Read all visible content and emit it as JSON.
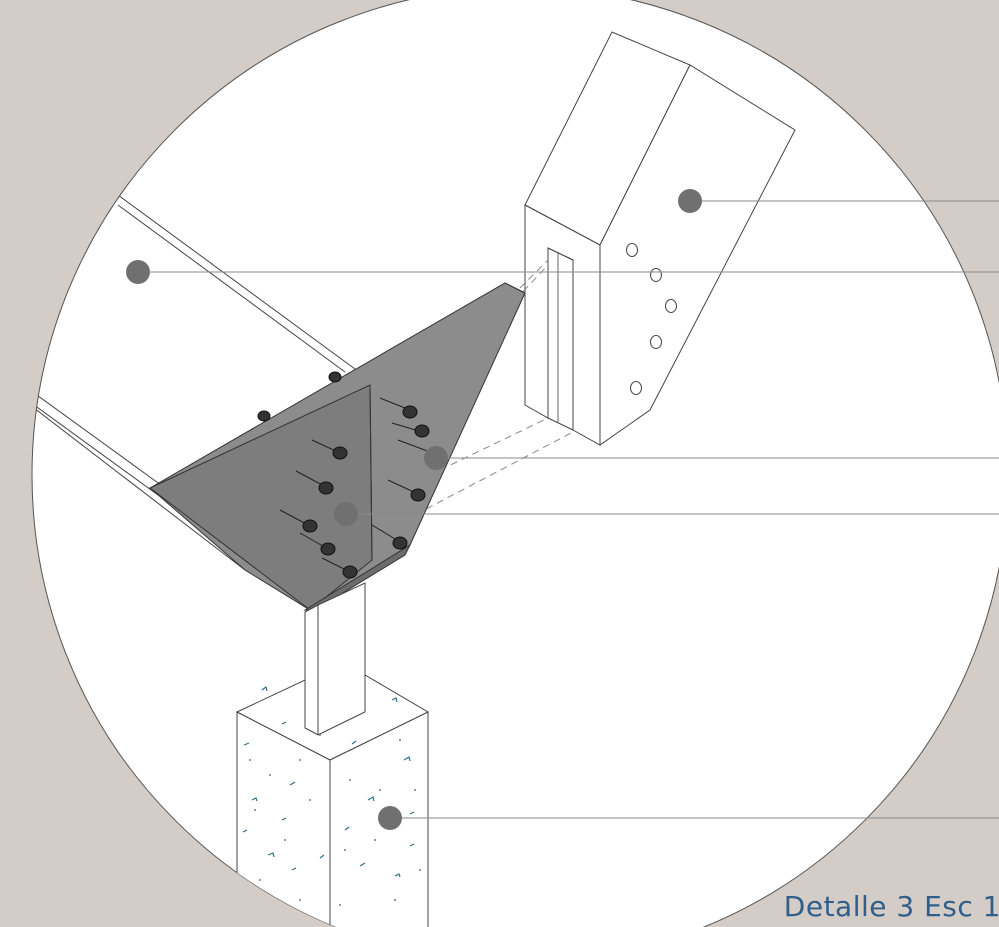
{
  "caption": "Detalle 3 Esc 1",
  "colors": {
    "background": "#d4ccc6",
    "circle_fill": "#ffffff",
    "plate": "#8c8c8c",
    "marker": "#707070",
    "concrete_speckle": "#2f6f8a",
    "caption": "#2f5f8a"
  },
  "callouts": [
    {
      "id": "timber-post"
    },
    {
      "id": "rafter-beam"
    },
    {
      "id": "bolts"
    },
    {
      "id": "steel-plate"
    },
    {
      "id": "concrete-footing"
    }
  ]
}
